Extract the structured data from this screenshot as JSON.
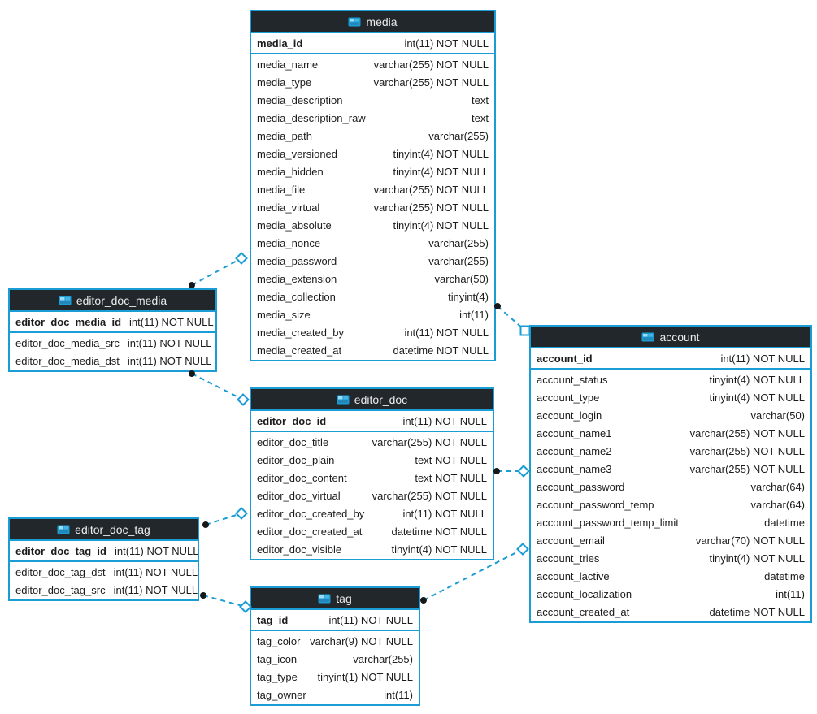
{
  "colors": {
    "line_blue": "#1a9cd4",
    "header_bg": "#22272c",
    "header_text": "#ebebeb",
    "row_text": "#1c1c1c",
    "canvas_bg": "#ffffff",
    "dot_marker": "#15191c"
  },
  "tables": {
    "media": {
      "title": "media",
      "primary_key": {
        "name": "media_id",
        "type": "int(11) NOT NULL"
      },
      "columns": [
        {
          "name": "media_name",
          "type": "varchar(255) NOT NULL"
        },
        {
          "name": "media_type",
          "type": "varchar(255) NOT NULL"
        },
        {
          "name": "media_description",
          "type": "text"
        },
        {
          "name": "media_description_raw",
          "type": "text"
        },
        {
          "name": "media_path",
          "type": "varchar(255)"
        },
        {
          "name": "media_versioned",
          "type": "tinyint(4) NOT NULL"
        },
        {
          "name": "media_hidden",
          "type": "tinyint(4) NOT NULL"
        },
        {
          "name": "media_file",
          "type": "varchar(255) NOT NULL"
        },
        {
          "name": "media_virtual",
          "type": "varchar(255) NOT NULL"
        },
        {
          "name": "media_absolute",
          "type": "tinyint(4) NOT NULL"
        },
        {
          "name": "media_nonce",
          "type": "varchar(255)"
        },
        {
          "name": "media_password",
          "type": "varchar(255)"
        },
        {
          "name": "media_extension",
          "type": "varchar(50)"
        },
        {
          "name": "media_collection",
          "type": "tinyint(4)"
        },
        {
          "name": "media_size",
          "type": "int(11)"
        },
        {
          "name": "media_created_by",
          "type": "int(11) NOT NULL"
        },
        {
          "name": "media_created_at",
          "type": "datetime NOT NULL"
        }
      ]
    },
    "editor_doc_media": {
      "title": "editor_doc_media",
      "primary_key": {
        "name": "editor_doc_media_id",
        "type": "int(11) NOT NULL"
      },
      "columns": [
        {
          "name": "editor_doc_media_src",
          "type": "int(11) NOT NULL"
        },
        {
          "name": "editor_doc_media_dst",
          "type": "int(11) NOT NULL"
        }
      ]
    },
    "editor_doc": {
      "title": "editor_doc",
      "primary_key": {
        "name": "editor_doc_id",
        "type": "int(11) NOT NULL"
      },
      "columns": [
        {
          "name": "editor_doc_title",
          "type": "varchar(255) NOT NULL"
        },
        {
          "name": "editor_doc_plain",
          "type": "text NOT NULL"
        },
        {
          "name": "editor_doc_content",
          "type": "text NOT NULL"
        },
        {
          "name": "editor_doc_virtual",
          "type": "varchar(255) NOT NULL"
        },
        {
          "name": "editor_doc_created_by",
          "type": "int(11) NOT NULL"
        },
        {
          "name": "editor_doc_created_at",
          "type": "datetime NOT NULL"
        },
        {
          "name": "editor_doc_visible",
          "type": "tinyint(4) NOT NULL"
        }
      ]
    },
    "editor_doc_tag": {
      "title": "editor_doc_tag",
      "primary_key": {
        "name": "editor_doc_tag_id",
        "type": "int(11) NOT NULL"
      },
      "columns": [
        {
          "name": "editor_doc_tag_dst",
          "type": "int(11) NOT NULL"
        },
        {
          "name": "editor_doc_tag_src",
          "type": "int(11) NOT NULL"
        }
      ]
    },
    "tag": {
      "title": "tag",
      "primary_key": {
        "name": "tag_id",
        "type": "int(11) NOT NULL"
      },
      "columns": [
        {
          "name": "tag_color",
          "type": "varchar(9) NOT NULL"
        },
        {
          "name": "tag_icon",
          "type": "varchar(255)"
        },
        {
          "name": "tag_type",
          "type": "tinyint(1) NOT NULL"
        },
        {
          "name": "tag_owner",
          "type": "int(11)"
        }
      ]
    },
    "account": {
      "title": "account",
      "primary_key": {
        "name": "account_id",
        "type": "int(11) NOT NULL"
      },
      "columns": [
        {
          "name": "account_status",
          "type": "tinyint(4) NOT NULL"
        },
        {
          "name": "account_type",
          "type": "tinyint(4) NOT NULL"
        },
        {
          "name": "account_login",
          "type": "varchar(50)"
        },
        {
          "name": "account_name1",
          "type": "varchar(255) NOT NULL"
        },
        {
          "name": "account_name2",
          "type": "varchar(255) NOT NULL"
        },
        {
          "name": "account_name3",
          "type": "varchar(255) NOT NULL"
        },
        {
          "name": "account_password",
          "type": "varchar(64)"
        },
        {
          "name": "account_password_temp",
          "type": "varchar(64)"
        },
        {
          "name": "account_password_temp_limit",
          "type": "datetime"
        },
        {
          "name": "account_email",
          "type": "varchar(70) NOT NULL"
        },
        {
          "name": "account_tries",
          "type": "tinyint(4) NOT NULL"
        },
        {
          "name": "account_lactive",
          "type": "datetime"
        },
        {
          "name": "account_localization",
          "type": "int(11)"
        },
        {
          "name": "account_created_at",
          "type": "datetime NOT NULL"
        }
      ]
    }
  },
  "relations": [
    {
      "from": "editor_doc_media",
      "to": "media",
      "from_marker": "dot",
      "to_marker": "diamond"
    },
    {
      "from": "editor_doc_media",
      "to": "editor_doc",
      "from_marker": "dot",
      "to_marker": "diamond"
    },
    {
      "from": "editor_doc_tag",
      "to": "editor_doc",
      "from_marker": "dot",
      "to_marker": "diamond"
    },
    {
      "from": "editor_doc_tag",
      "to": "tag",
      "from_marker": "dot",
      "to_marker": "diamond"
    },
    {
      "from": "editor_doc",
      "to": "account",
      "from_marker": "dot",
      "to_marker": "diamond"
    },
    {
      "from": "media",
      "to": "account",
      "from_marker": "dot",
      "to_marker": "square"
    },
    {
      "from": "tag",
      "to": "account",
      "from_marker": "dot",
      "to_marker": "diamond"
    }
  ]
}
